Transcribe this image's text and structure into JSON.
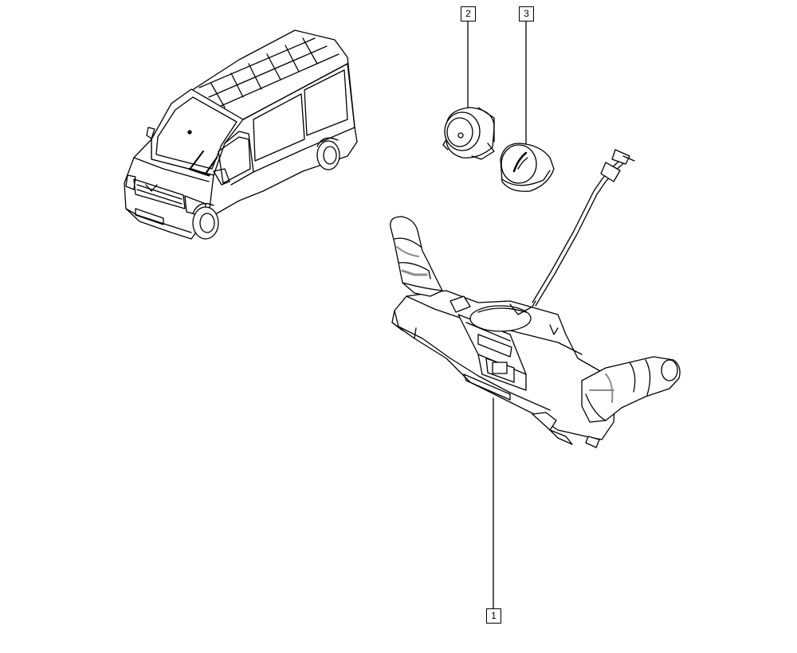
{
  "callouts": {
    "part1": "1",
    "part2": "2",
    "part3": "3"
  },
  "colors": {
    "line": "#000000",
    "fill": "#ffffff",
    "shade": "#8a8a8a"
  }
}
